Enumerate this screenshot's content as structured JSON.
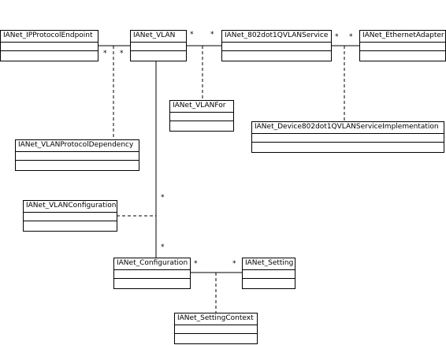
{
  "classes": {
    "ip_protocol_endpoint": "IANet_IPProtocolEndpoint",
    "vlan": "IANet_VLAN",
    "vlan_service": "IANet_802dot1QVLANService",
    "ethernet_adapter": "IANet_EthernetAdapter",
    "vlan_for": "IANet_VLANFor",
    "device_vlan_service_impl": "IANet_Device802dot1QVLANServiceImplementation",
    "vlan_protocol_dependency": "IANet_VLANProtocolDependency",
    "vlan_configuration": "IANet_VLANConfiguration",
    "configuration": "IANet_Configuration",
    "setting": "IANet_Setting",
    "setting_context": "IANet_SettingContext"
  },
  "multiplicities": {
    "m1": "*",
    "m2": "*",
    "m3": "*",
    "m4": "*",
    "m5": "*",
    "m6": "*",
    "m7": "*",
    "m8": "*",
    "m9": "*",
    "m10": "*"
  }
}
